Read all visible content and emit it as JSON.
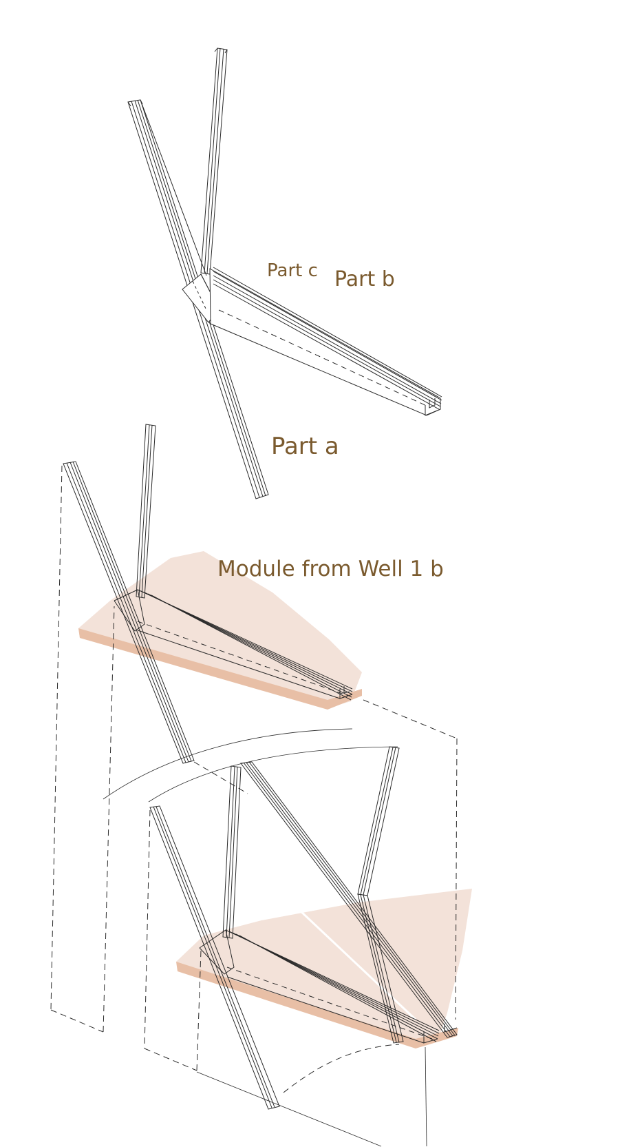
{
  "labels": {
    "part_c": "Part  c",
    "part_b": "Part  b",
    "part_a": "Part  a",
    "module": "Module from Well 1 b"
  },
  "colors": {
    "label": "#7a5a2e",
    "line": "#2a2a2a",
    "panel_fill": "#f3e2d9",
    "panel_edge": "#e8bfa6",
    "background": "#ffffff"
  }
}
